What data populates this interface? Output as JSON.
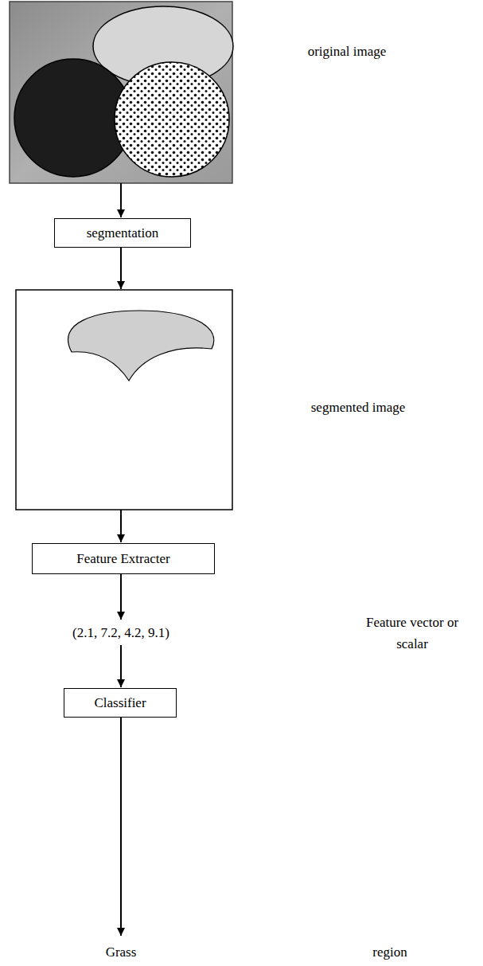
{
  "diagram": {
    "nodes": [
      {
        "text": [
          "segmentation"
        ]
      },
      {
        "text": [
          "Feature Extracter"
        ]
      },
      {
        "text": [
          "Classifier"
        ]
      }
    ],
    "labels": [
      "original image",
      "segmented image",
      "(2.1, 7.2, 4.2, 9.1)",
      "Feature vector or scalar",
      "Grass",
      "region"
    ]
  }
}
